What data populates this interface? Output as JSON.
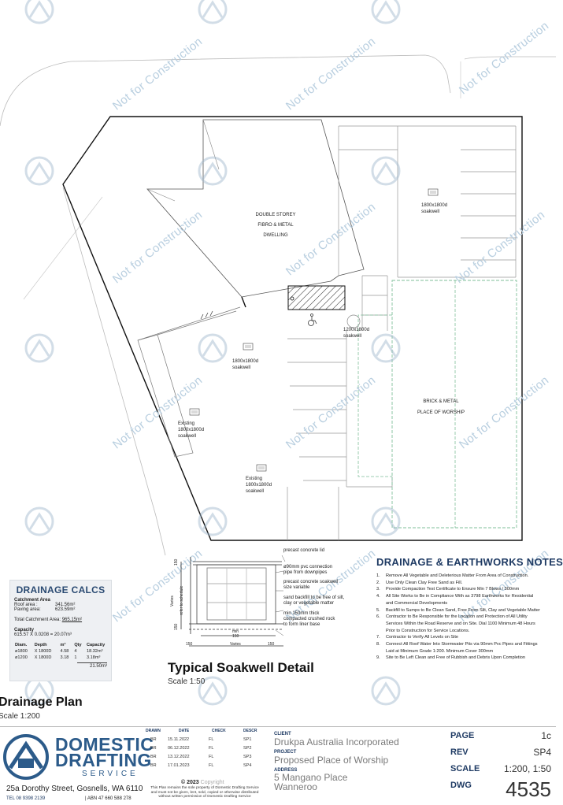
{
  "watermark": {
    "text": "Not for Construction",
    "logo_line1": "DOMESTIC",
    "logo_line2": "DRAFTING",
    "logo_line3": "SERVICE"
  },
  "site_plan": {
    "building_1": [
      "DOUBLE STOREY",
      "FIBRO & METAL",
      "DWELLING"
    ],
    "building_2": [
      "BRICK & METAL",
      "PLACE OF WORSHIP"
    ],
    "soakwell_top": [
      "1800x1800d",
      "soakwell"
    ],
    "soakwell_mid": [
      "1800x1800d",
      "soakwell"
    ],
    "soakwell_small": [
      "1200x1800d",
      "soakwell"
    ],
    "soakwell_existing_left": [
      "Existing",
      "1800x1800d",
      "soakwell"
    ],
    "soakwell_existing_bottom": [
      "Existing",
      "1800x1800d",
      "soakwell"
    ]
  },
  "soakwell_detail": {
    "title": "Typical Soakwell Detail",
    "scale": "Scale 1:50",
    "labels": {
      "lid": "precast concrete lid",
      "pipe": [
        "ø90mm pvc connection",
        "pipe from downpipes"
      ],
      "soakwell": [
        "precast concrete soakwell",
        "size variable"
      ],
      "backfill": [
        "sand backfill to be free of silt,",
        "clay or vegetable matter"
      ],
      "base": [
        "min 150mm thick",
        "compacted crushed rock",
        "to form liner base"
      ],
      "depth": [
        "Varies",
        "refer to schedule"
      ],
      "dim_150": "150",
      "dim_min": "min",
      "varies": "Varies"
    }
  },
  "drainage_calcs": {
    "title": "DRAINAGE CALCS",
    "catchment_heading": "Catchment Area",
    "roof_label": "Roof area :",
    "roof_value": "341.56m²",
    "paving_label": "Paving area:",
    "paving_value": "623.59m²",
    "total_label": "Total Catchment Area:",
    "total_value": "965.15m²",
    "capacity_heading": "Capacity",
    "capacity_formula": "615.57 X 0.0208 = 20.07m³",
    "table_headers": [
      "Diam.",
      "Depth",
      "m³",
      "Qty",
      "Capacity"
    ],
    "table_rows": [
      [
        "ø1800",
        "X 1800D",
        "4.58",
        "4",
        "18.32m³"
      ],
      [
        "ø1200",
        "X 1800D",
        "3.18",
        "1",
        "3.18m³"
      ]
    ],
    "total_capacity": "21.50m³"
  },
  "notes": {
    "title": "DRAINAGE & EARTHWORKS NOTES",
    "items": [
      "Remove All Vegetable and Deleterious Matter From Area of Construction.",
      "Use Only Clean Clay Free Sand as Fill.",
      "Provide Compaction Test Certificate to Ensure Min 7 Blows / 300mm",
      "All Site Works to Be in Compliance With as 3798 Earthworks for Residential",
      "and Commercial Developments",
      "Backfill to Sumps to Be Clean Sand, Free From Silt, Clay and Vegetable Matter",
      "Contractor to Be Responsible for the Location and Protection of All Utility",
      "Services Within the Road Reserve and on Site. Dial 1100 Minimum 48 Hours",
      "Prior to Construction for Service Locations.",
      "Contractor to Verify All Levels on Site",
      "Connect All Roof Water Into Stormwater Pits via 90mm Pvc Pipes and Fittings",
      "Laid at Minimum Grade 1:200. Minimum Cover 300mm",
      "Site to Be Left Clean and Free of Rubbish and Debris Upon Completion"
    ],
    "numbers": [
      "1.",
      "2.",
      "3.",
      "4.",
      "",
      "5.",
      "6.",
      "",
      "",
      "7.",
      "8.",
      "",
      "9."
    ]
  },
  "plan": {
    "title": "Drainage Plan",
    "scale": "Scale 1:200"
  },
  "title_block": {
    "company": [
      "DOMESTIC",
      "DRAFTING",
      "SERVICE"
    ],
    "address": "25a Dorothy Street, Gosnells, WA 6110",
    "tel": "TEL  08 9398 2139",
    "abn": "| ABN  47 660 588 278",
    "copyright_head": "© 2023",
    "copyright_word": "Copyright",
    "copyright_text": [
      "This Plan remains the sole property of Domestic Drafting Service",
      "and must not be given, lent, sold, copied or otherwise distributed",
      "without written permission of Domestic Drafting Service"
    ],
    "rev_headers": [
      "DRAWN",
      "DATE",
      "CHECK",
      "DESCR"
    ],
    "revisions": [
      [
        "BR",
        "15.11.2022",
        "FL",
        "SP1"
      ],
      [
        "BR",
        "06.12.2022",
        "FL",
        "SP2"
      ],
      [
        "BR",
        "13.12.2022",
        "FL",
        "SP3"
      ],
      [
        "BR",
        "17.01.2023",
        "FL",
        "SP4"
      ]
    ],
    "client_label": "CLIENT",
    "client": "Drukpa Australia Incorporated",
    "project_label": "PROJECT",
    "project": "Proposed Place of Worship",
    "address_label": "ADDRESS",
    "site_address_1": "5 Mangano Place",
    "site_address_2": "Wanneroo",
    "page_label": "PAGE",
    "page": "1c",
    "rev_label": "REV",
    "rev": "SP4",
    "scale_label": "SCALE",
    "scale": "1:200, 1:50",
    "dwg_label": "DWG",
    "dwg": "4535"
  },
  "colors": {
    "accent": "#1e3a63",
    "watermark": "#b9cfe0",
    "green_dash": "#7fbf9a"
  }
}
